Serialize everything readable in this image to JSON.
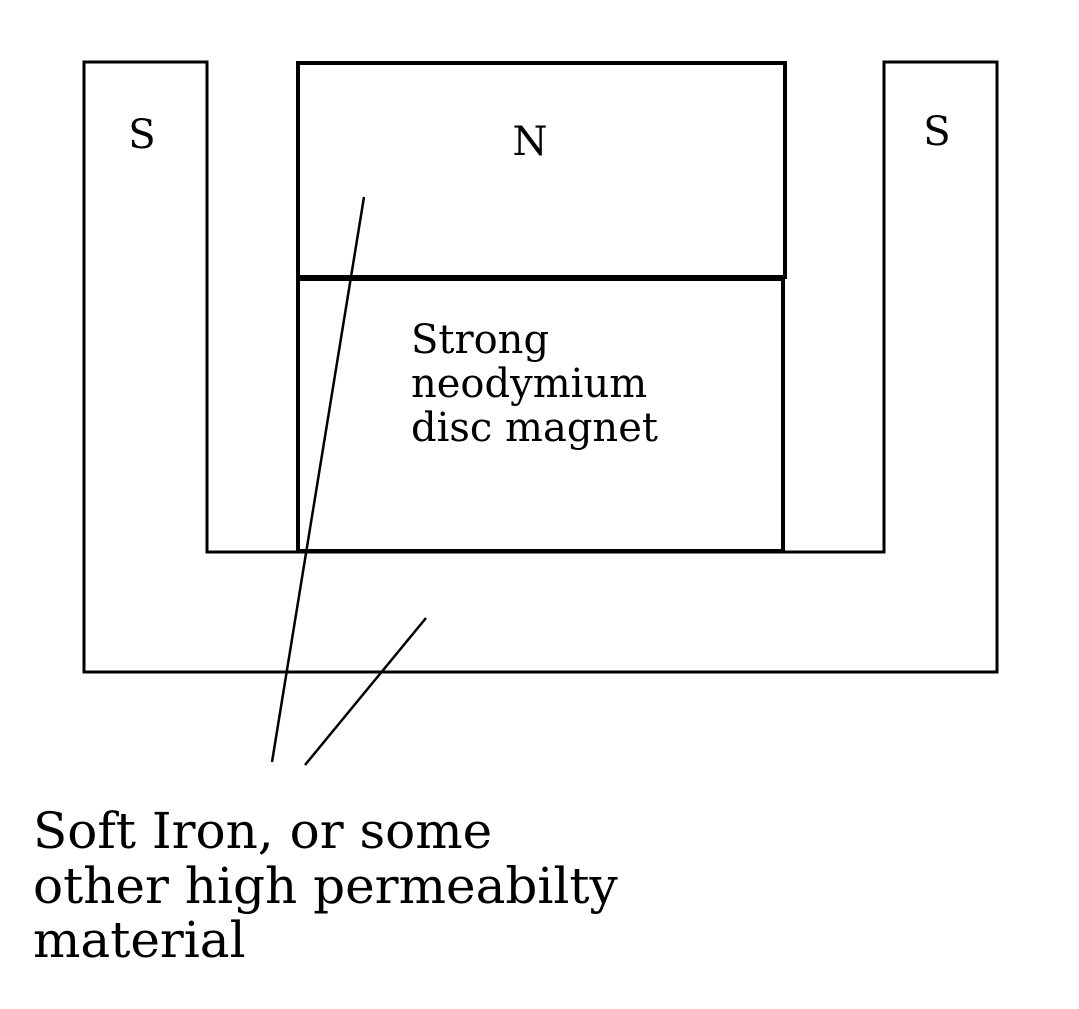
{
  "diagram": {
    "poles": {
      "left": "S",
      "top": "N",
      "right": "S"
    },
    "magnet_label": [
      "Strong",
      "neodymium",
      "disc magnet"
    ],
    "material_label": [
      "Soft Iron, or some",
      "other high permeabilty",
      "material"
    ],
    "colors": {
      "line": "#000000",
      "background": "#ffffff"
    }
  }
}
